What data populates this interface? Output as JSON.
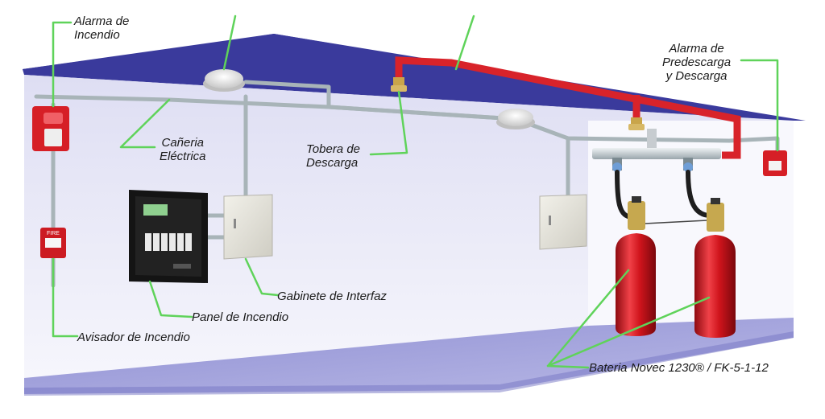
{
  "labels": {
    "alarma_incendio": [
      "Alarma de",
      "Incendio"
    ],
    "alarma_predescarga": [
      "Alarma de",
      "Predescarga",
      "y Descarga"
    ],
    "caneria_electrica": [
      "Cañeria",
      "Eléctrica"
    ],
    "tobera_descarga": [
      "Tobera de",
      "Descarga"
    ],
    "gabinete_interfaz": "Gabinete de Interfaz",
    "panel_incendio": "Panel de Incendio",
    "avisador_incendio": "Avisador de Incendio",
    "bateria_novec": "Bateria Novec 1230® / FK-5-1-12",
    "pull_station_text": "FIRE"
  },
  "colors": {
    "ceiling": "#3b3b9e",
    "wall": "#ececf8",
    "floor": "#9e9ed8",
    "conduit": "#a8b4b8",
    "agent_pipe": "#d8232a",
    "callout_line": "#5fd35a",
    "cylinder": "#d0141c"
  }
}
